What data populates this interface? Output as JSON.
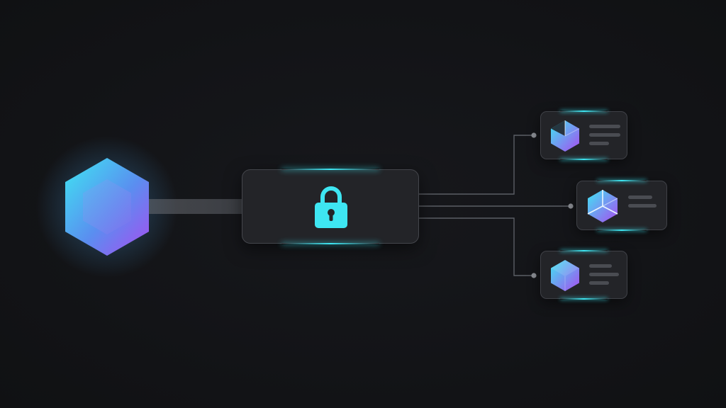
{
  "diagram": {
    "source": {
      "icon": "hexagon-icon"
    },
    "gateway": {
      "icon": "lock-icon"
    },
    "targets": [
      {
        "icon": "cube-slice-icon",
        "text_lines": 3
      },
      {
        "icon": "cube-segments-icon",
        "text_lines": 2
      },
      {
        "icon": "cube-icon",
        "text_lines": 3
      }
    ]
  },
  "colors": {
    "background": "#131417",
    "accent_cyan": "#3ee6f2",
    "accent_purple": "#9a55f0",
    "card_fill": "#232428",
    "card_border": "#3f4147",
    "connector": "#5b5e65",
    "placeholder_line": "#4a4c52"
  }
}
